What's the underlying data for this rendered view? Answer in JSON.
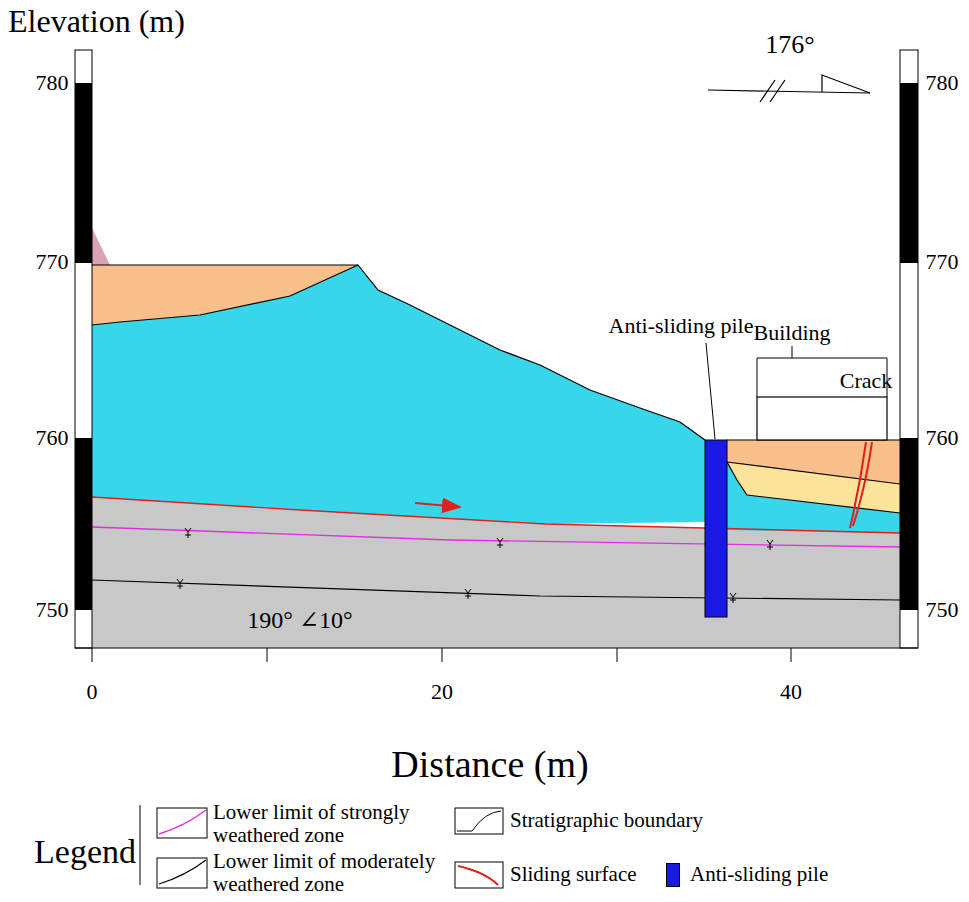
{
  "diagram": {
    "labels": [
      "Elevation (m)",
      "780",
      "770",
      "760",
      "750",
      "780",
      "770",
      "760",
      "750",
      "176°",
      "0",
      "20",
      "40",
      "Distance (m)",
      "190° ∠10°",
      "Anti-sliding pile",
      "Building",
      "Crack",
      "Legend"
    ],
    "legend": [
      {
        "text": "Lower limit of strongly weathered zone"
      },
      {
        "text": "Stratigraphic boundary"
      },
      {
        "text": "Lower limit of moderately weathered zone"
      },
      {
        "text": "Sliding surface"
      },
      {
        "text": "Anti-sliding pile",
        "color": "#1a1ae6"
      }
    ]
  }
}
